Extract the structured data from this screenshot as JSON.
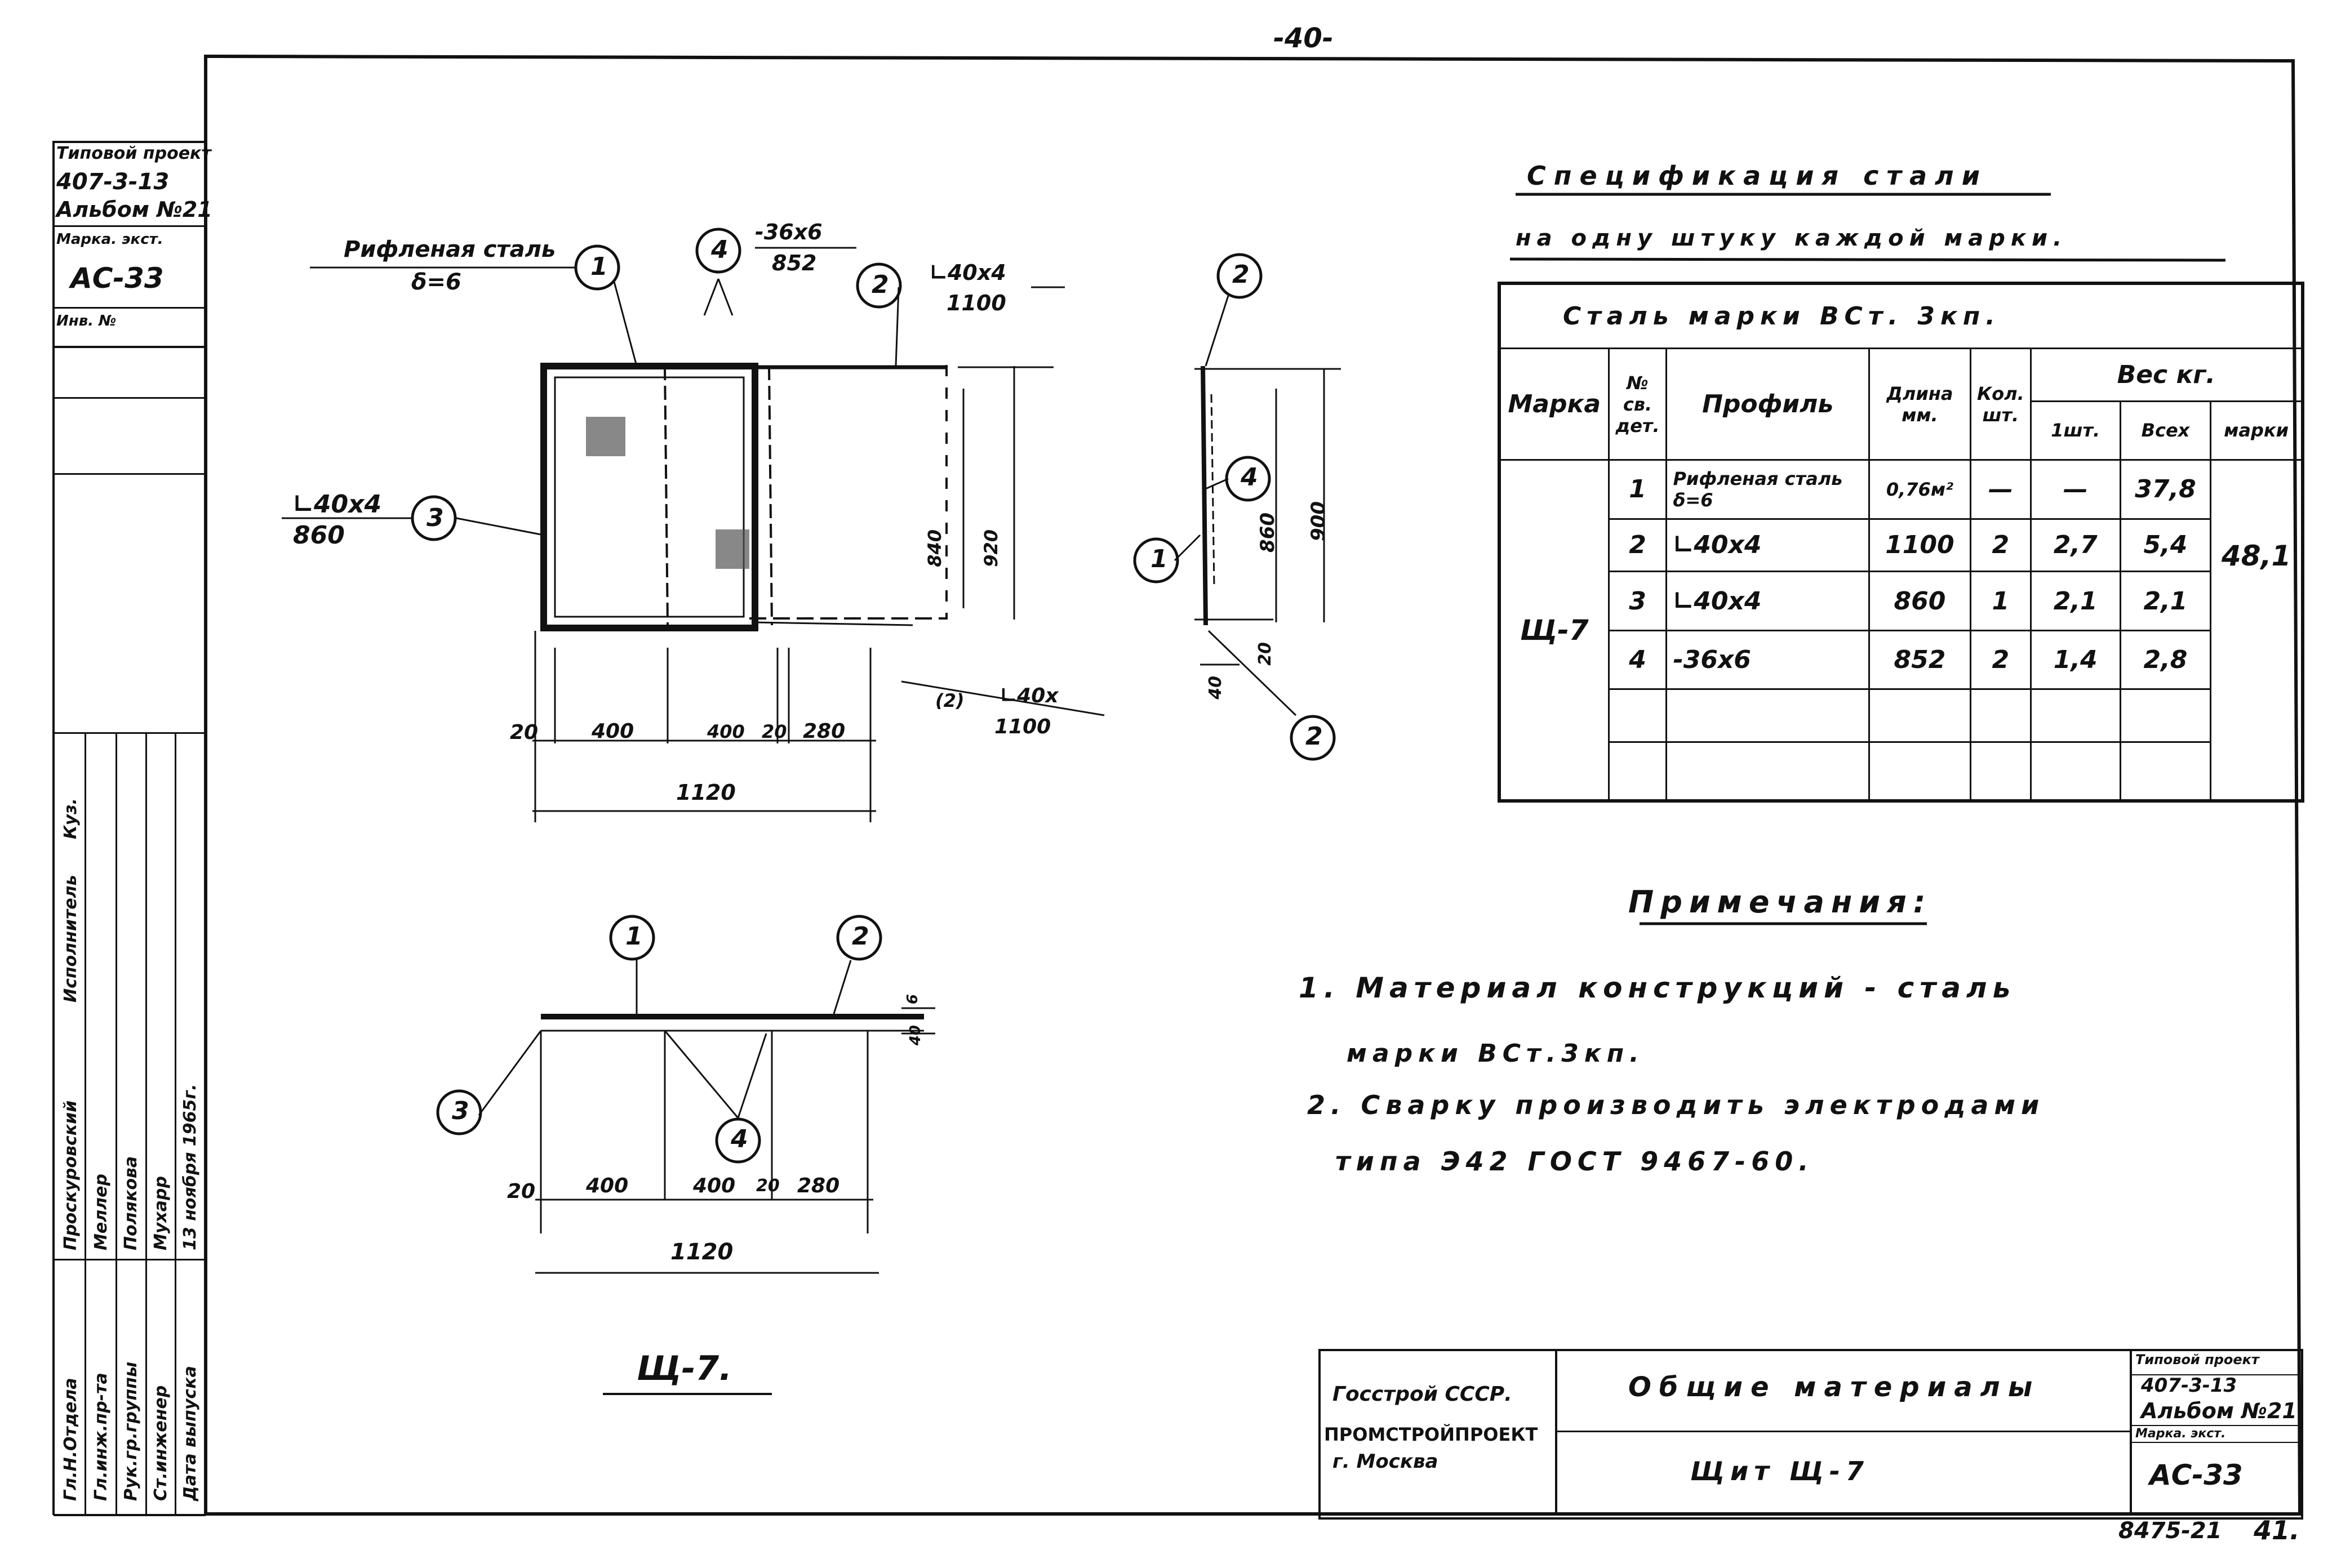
{
  "page_number": "-40-",
  "side_stamp": {
    "org": "Типовой проект",
    "project": "407-3-13",
    "album": "Альбом №21",
    "mark_label": "Марка. экст.",
    "mark": "АС-33",
    "inv_label": "Инв. №",
    "roles": [
      "Гл.Н.Отдела",
      "Гл.инж.пр-та",
      "Рук.гр.группы",
      "Ст.инженер",
      "Дата выпуска"
    ],
    "names": [
      "Проскуровский",
      "Меллер",
      "Полякова",
      "Мухарр",
      "13 ноября 1965г."
    ],
    "executor_label": "Исполнитель",
    "executor_name": "Куз."
  },
  "plan_view": {
    "callout_1_text": "Рифленая сталь",
    "callout_1_sub": "δ=6",
    "callout_1_num": "1",
    "callout_4_num": "4",
    "callout_4_text": "-36х6",
    "callout_4_sub": "852",
    "callout_2_num": "2",
    "callout_2_text": "∟40х4",
    "callout_2_sub": "1100",
    "callout_3_num": "3",
    "callout_3_text": "∟40х4",
    "callout_3_sub": "860",
    "callout_2b_num": "(2)",
    "callout_2b_text": "∟40х",
    "callout_2b_sub": "1100",
    "dim_840": "840",
    "dim_920": "920",
    "dims_bottom": [
      "20",
      "400",
      "400",
      "20",
      "280"
    ],
    "dim_total": "1120"
  },
  "side_view": {
    "num_2_top": "2",
    "num_4": "4",
    "num_1": "1",
    "num_2_bot": "2",
    "dim_860": "860",
    "dim_900": "900",
    "dim_20": "20",
    "dim_40": "40"
  },
  "section_view": {
    "num_1": "1",
    "num_2": "2",
    "num_3": "3",
    "num_4": "4",
    "dim_6": "6",
    "dim_40": "40",
    "dims_bottom": [
      "20",
      "400",
      "400",
      "20",
      "280"
    ],
    "dim_total": "1120",
    "label": "Щ-7."
  },
  "spec": {
    "title": "Спецификация стали",
    "subtitle": "на одну штуку каждой марки.",
    "steel_row": "Сталь марки ВСт. 3кп.",
    "headers": {
      "mark": "Марка",
      "detail": "№ св. дет.",
      "profile": "Профиль",
      "length": "Длина мм.",
      "qty": "Кол. шт.",
      "weight": "Вес кг.",
      "w_piece": "1шт.",
      "w_all": "Всех",
      "w_mark": "марки"
    },
    "mark_value": "Щ-7",
    "total_mark_weight": "48,1",
    "rows": [
      {
        "n": "1",
        "profile": "Рифленая сталь δ=6",
        "length": "0,76м²",
        "qty": "—",
        "w1": "—",
        "wall": "37,8"
      },
      {
        "n": "2",
        "profile": "∟40х4",
        "length": "1100",
        "qty": "2",
        "w1": "2,7",
        "wall": "5,4"
      },
      {
        "n": "3",
        "profile": "∟40х4",
        "length": "860",
        "qty": "1",
        "w1": "2,1",
        "wall": "2,1"
      },
      {
        "n": "4",
        "profile": "-36х6",
        "length": "852",
        "qty": "2",
        "w1": "1,4",
        "wall": "2,8"
      }
    ]
  },
  "notes": {
    "title": "Примечания:",
    "line1": "1. Материал конструкций - сталь",
    "line1b": "марки ВСт.3кп.",
    "line2": "2. Сварку производить электродами",
    "line2b": "типа Э42 ГОСТ 9467-60."
  },
  "title_block": {
    "org1": "Госстрой СССР.",
    "org2": "ПРОМСТРОЙПРОЕКТ",
    "org3": "г. Москва",
    "title": "Общие материалы",
    "subtitle": "Щит Щ-7",
    "proj_label": "Типовой проект",
    "proj_num": "407-3-13",
    "album": "Альбом №21",
    "mark_label": "Марка. экст.",
    "mark": "АС-33"
  },
  "footer": {
    "code": "8475-21",
    "sheet": "41."
  }
}
